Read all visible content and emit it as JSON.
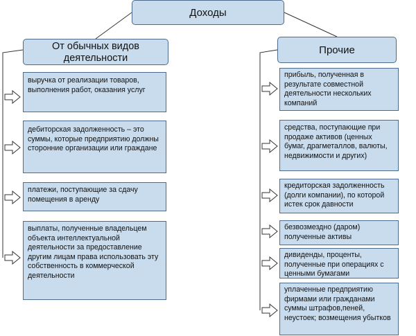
{
  "title": "Доходы",
  "left_header": "От обычных видов деятельности",
  "right_header": "Прочие",
  "left_items": [
    "выручка от реализации товаров, выполнения работ, оказания услуг",
    "дебиторская задолженность – это суммы, которые предприятию должны сторонние организации или граждане",
    "платежи, поступающие за сдачу помещения в аренду",
    "выплаты, полученные владельцем объекта интеллектуальной деятельности за предоставление другим лицам права использовать эту собственность в коммерческой деятельности"
  ],
  "right_items": [
    "прибыль, полученная в результате совместной деятельности нескольких компаний",
    "средства, поступающие при продаже активов (ценных бумаг, драгметаллов, валюты, недвижимости и других)",
    "кредиторская задолженность (долги компании), по которой истек срок давности",
    "безвозмездно (даром) полученные активы",
    "дивиденды, проценты, полученные при операциях с ценными бумагами",
    "уплаченные предприятию фирмами или гражданами суммы штрафов,пеней, неустоек; возмещения убытков"
  ],
  "colors": {
    "box_fill": "#c8dcee",
    "box_border": "#4a6b8a",
    "line": "#333333"
  }
}
